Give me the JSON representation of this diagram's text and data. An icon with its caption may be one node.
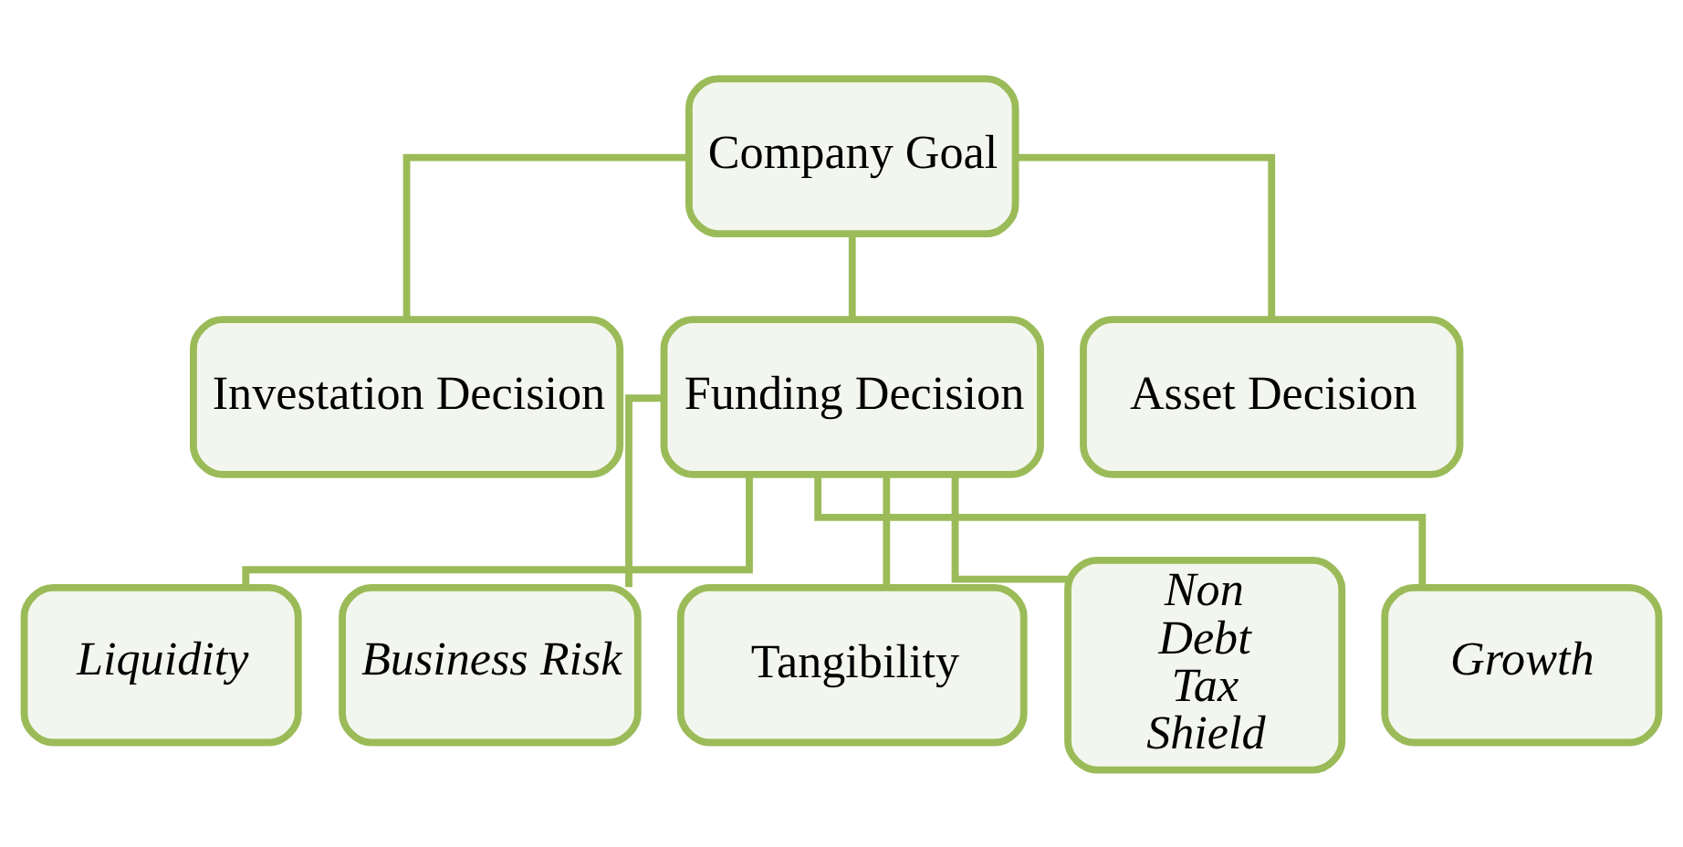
{
  "diagram": {
    "nodes": [
      {
        "text": [
          "Company Goal"
        ]
      },
      {
        "text": [
          "Investation Decision"
        ]
      },
      {
        "text": [
          "Funding Decision"
        ]
      },
      {
        "text": [
          "Asset Decision"
        ]
      },
      {
        "text": [
          "Liquidity"
        ]
      },
      {
        "text": [
          "Business Risk"
        ]
      },
      {
        "text": [
          "Tangibility"
        ]
      },
      {
        "text": [
          "Non Debt Tax Shield"
        ]
      },
      {
        "text": [
          "Growth"
        ]
      }
    ],
    "edges": [
      {
        "from": 0,
        "to": 1,
        "arrow": "none"
      },
      {
        "from": 0,
        "to": 2,
        "arrow": "none"
      },
      {
        "from": 0,
        "to": 3,
        "arrow": "none"
      },
      {
        "from": 2,
        "to": 4,
        "arrow": "none"
      },
      {
        "from": 2,
        "to": 5,
        "arrow": "none"
      },
      {
        "from": 2,
        "to": 6,
        "arrow": "none"
      },
      {
        "from": 2,
        "to": 7,
        "arrow": "none"
      },
      {
        "from": 2,
        "to": 8,
        "arrow": "none"
      }
    ]
  }
}
